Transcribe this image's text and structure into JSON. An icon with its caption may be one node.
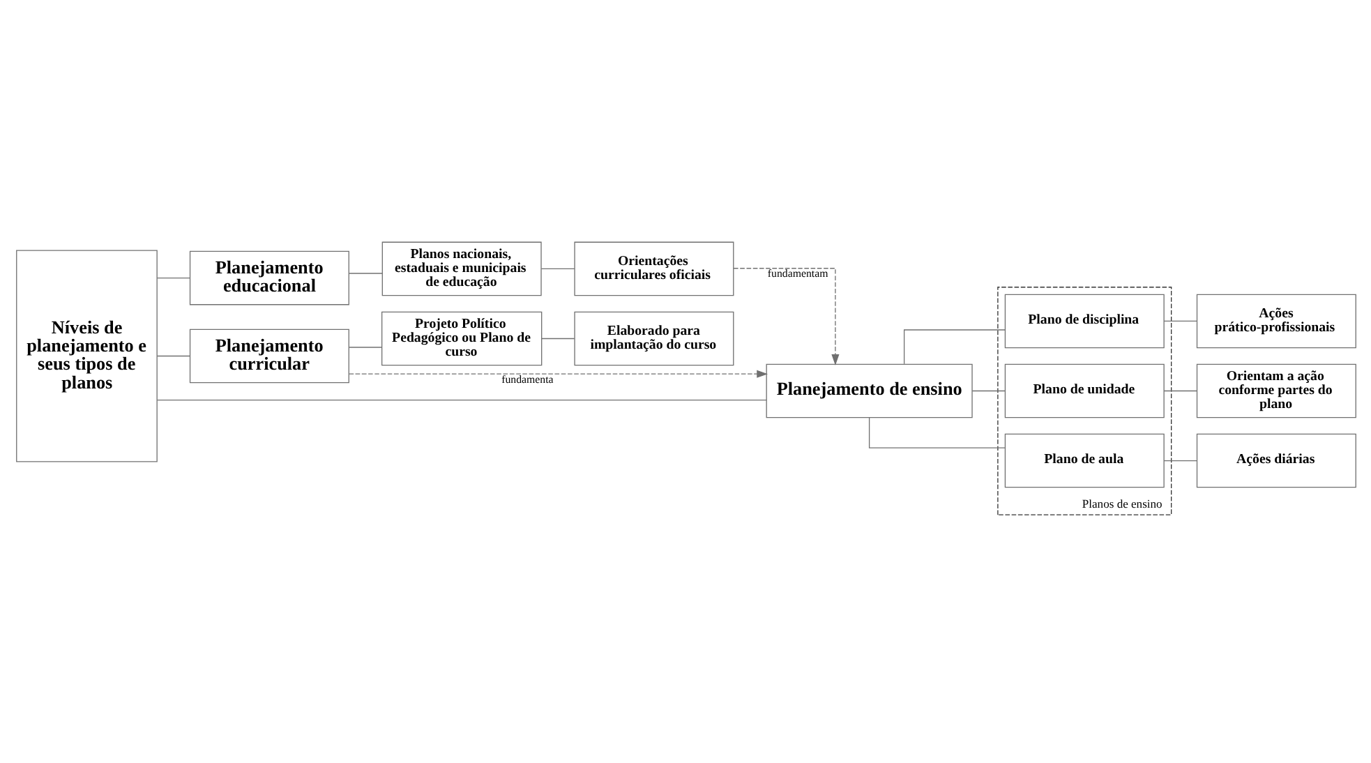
{
  "diagram": {
    "nodes": [
      {
        "text": [
          "Níveis de planejamento e seus tipos de planos"
        ]
      },
      {
        "text": [
          "Planejamento educacional"
        ]
      },
      {
        "text": [
          "Planos nacionais, estaduais e municipais de educação"
        ]
      },
      {
        "text": [
          "Orientações curriculares oficiais"
        ]
      },
      {
        "text": [
          "Planejamento curricular"
        ]
      },
      {
        "text": [
          "Projeto Político Pedagógico ou Plano de curso"
        ]
      },
      {
        "text": [
          "Elaborado para implantação do curso"
        ]
      },
      {
        "text": [
          "Planejamento de ensino"
        ]
      },
      {
        "text": [
          "Planos de ensino"
        ]
      },
      {
        "text": [
          "Plano de disciplina"
        ],
        "in": 8
      },
      {
        "text": [
          "Plano de unidade"
        ],
        "in": 8
      },
      {
        "text": [
          "Plano de aula"
        ],
        "in": 8
      },
      {
        "text": [
          "Ações prático-profissionais"
        ]
      },
      {
        "text": [
          "Orientam a ação conforme partes do plano"
        ]
      },
      {
        "text": [
          "Ações diárias"
        ]
      }
    ],
    "edges": [
      {
        "from": 0,
        "to": 1,
        "arrow": "none"
      },
      {
        "from": 0,
        "to": 4,
        "arrow": "none"
      },
      {
        "from": 0,
        "to": 7,
        "arrow": "none"
      },
      {
        "from": 1,
        "to": 2,
        "arrow": "none"
      },
      {
        "from": 2,
        "to": 3,
        "arrow": "none"
      },
      {
        "from": 4,
        "to": 5,
        "arrow": "none"
      },
      {
        "from": 5,
        "to": 6,
        "arrow": "none"
      },
      {
        "from": 3,
        "to": 7,
        "arrow": "to",
        "label": "fundamentam",
        "style": "dashed"
      },
      {
        "from": 4,
        "to": 7,
        "arrow": "to",
        "label": "fundamenta",
        "style": "dashed"
      },
      {
        "from": 7,
        "to": 9,
        "arrow": "none"
      },
      {
        "from": 7,
        "to": 10,
        "arrow": "none"
      },
      {
        "from": 7,
        "to": 11,
        "arrow": "none"
      },
      {
        "from": 9,
        "to": 12,
        "arrow": "none"
      },
      {
        "from": 10,
        "to": 13,
        "arrow": "none"
      },
      {
        "from": 11,
        "to": 14,
        "arrow": "none"
      }
    ]
  }
}
